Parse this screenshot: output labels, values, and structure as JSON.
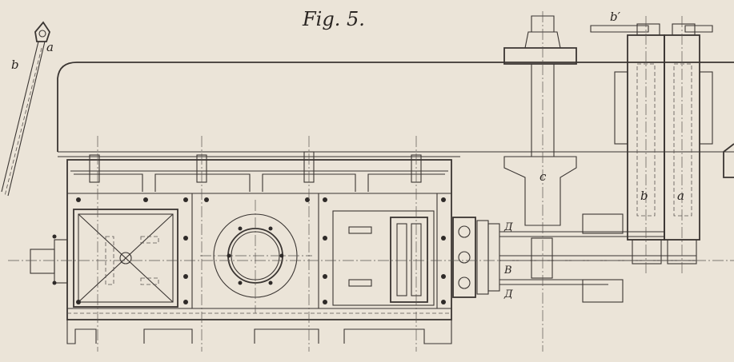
{
  "figure": {
    "title": "Fig. 5.",
    "paper_color": "#ebe4d8",
    "ink_color": "#3a3532"
  },
  "labels": {
    "lever_a": "a",
    "lever_b": "b",
    "top_b_prime": "b′",
    "shaft_c": "c",
    "cylinder_b": "b",
    "cylinder_a": "a",
    "valve_upper": "Д",
    "valve_mid": "В",
    "valve_lower": "Д"
  }
}
